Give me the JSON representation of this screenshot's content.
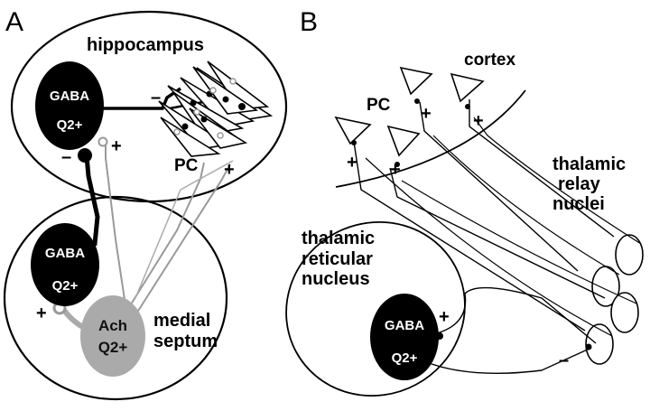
{
  "panel_a": {
    "letter": "A",
    "hippocampus_label": "hippocampus",
    "pc_label": "PC",
    "gaba_hippo": {
      "line1": "GABA",
      "line2": "Q2+"
    },
    "gaba_septum": {
      "line1": "GABA",
      "line2": "Q2+"
    },
    "ach_septum": {
      "line1": "Ach",
      "line2": "Q2+"
    },
    "medial_septum_line1": "medial",
    "medial_septum_line2": "septum",
    "signs": {
      "gaba_to_pc": "–",
      "gaba_terminal": "–",
      "ach_terminal": "+",
      "pc_to_septum": "+",
      "ach_to_gaba": "+"
    }
  },
  "panel_b": {
    "letter": "B",
    "cortex_label": "cortex",
    "pc_label": "PC",
    "thalamic_relay_line1": "thalamic",
    "thalamic_relay_line2": "relay",
    "thalamic_relay_line3": "nuclei",
    "reticular_line1": "thalamic",
    "reticular_line2": "reticular",
    "reticular_line3": "nucleus",
    "gaba_reticular": {
      "line1": "GABA",
      "line2": "Q2+"
    },
    "signs": {
      "pc1": "+",
      "pc2": "+",
      "pc3": "+",
      "pc4": "+",
      "reticular_input": "+",
      "reticular_output": "–"
    }
  }
}
